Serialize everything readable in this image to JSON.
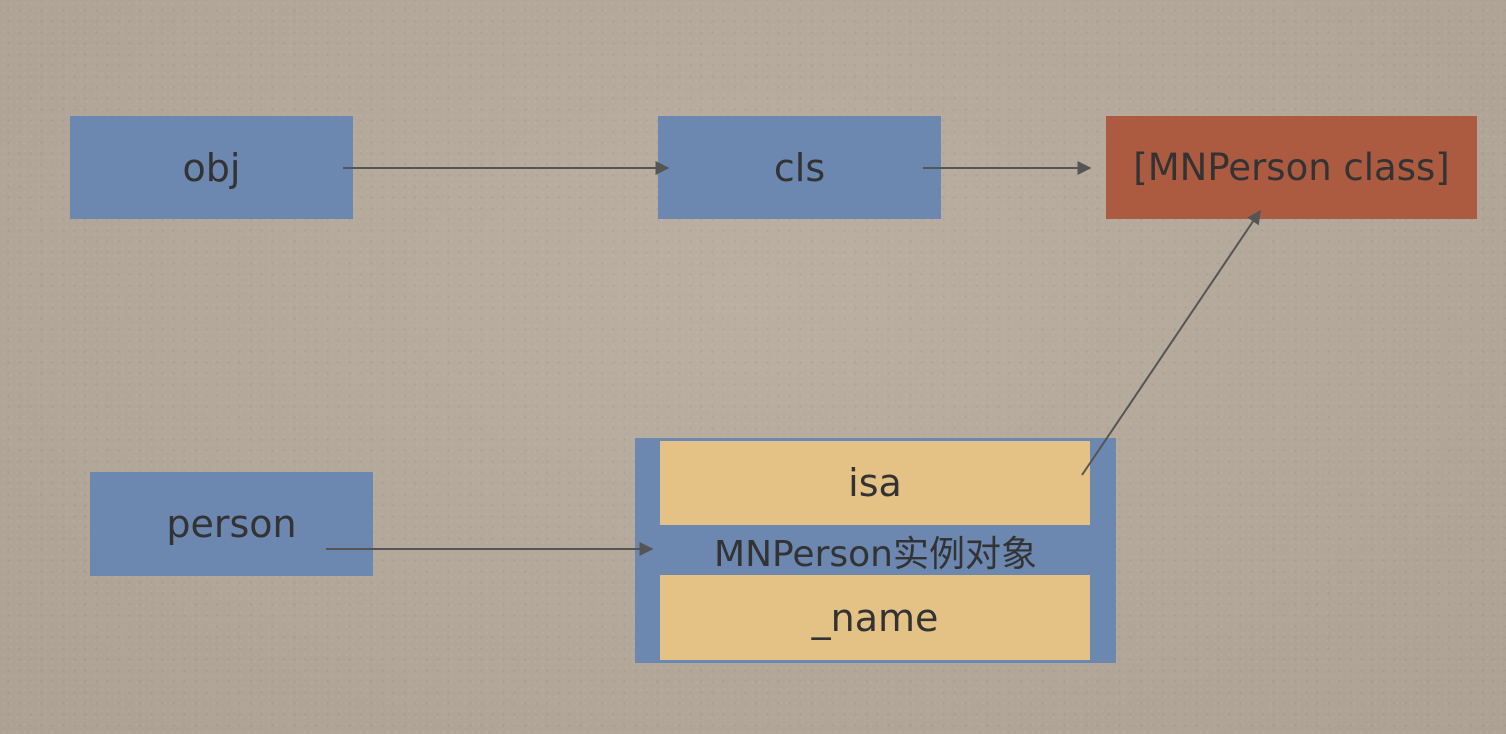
{
  "nodes": {
    "obj": "obj",
    "cls": "cls",
    "class": "[MNPerson class]",
    "person": "person",
    "instance_label": "MNPerson实例对象",
    "isa": "isa",
    "name": "_name"
  },
  "colors": {
    "background": "#b7ab9c",
    "pointer_box": "#6c87b0",
    "class_box": "#ad5b40",
    "field_slot": "#e4c286",
    "arrow": "#555555",
    "text": "#333333"
  }
}
